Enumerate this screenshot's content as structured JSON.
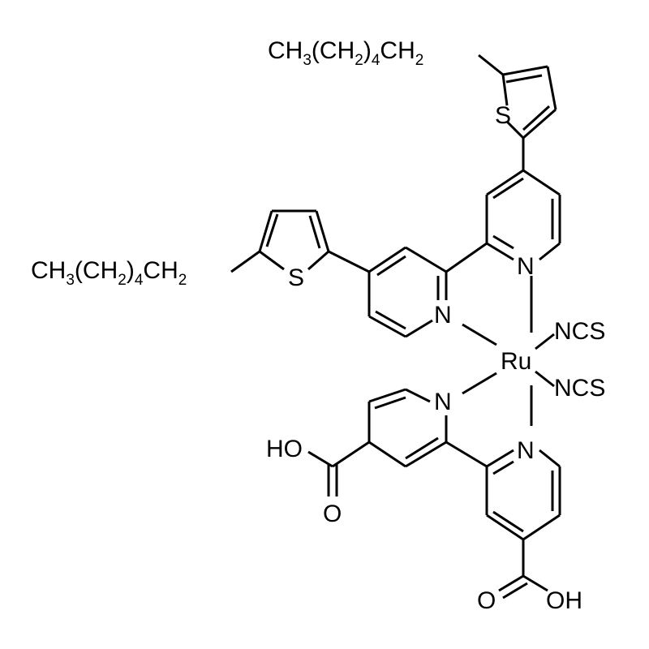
{
  "labels": {
    "chain_top": {
      "a": "CH",
      "b": "3",
      "c": "(CH",
      "d": "2",
      "e": ")",
      "f": "4",
      "g": "CH",
      "h": "2"
    },
    "chain_left": {
      "a": "CH",
      "b": "3",
      "c": "(CH",
      "d": "2",
      "e": ")",
      "f": "4",
      "g": "CH",
      "h": "2"
    },
    "s_top": "S",
    "s_left": "S",
    "n1": "N",
    "n2": "N",
    "n3": "N",
    "n4": "N",
    "ru": "Ru",
    "ncs1": "NCS",
    "ncs2": "NCS",
    "ho_left": "HO",
    "o_left": "O",
    "o_bottom": "O",
    "oh_bottom": "OH"
  },
  "colors": {
    "ink": "#000000",
    "background": "#ffffff"
  }
}
